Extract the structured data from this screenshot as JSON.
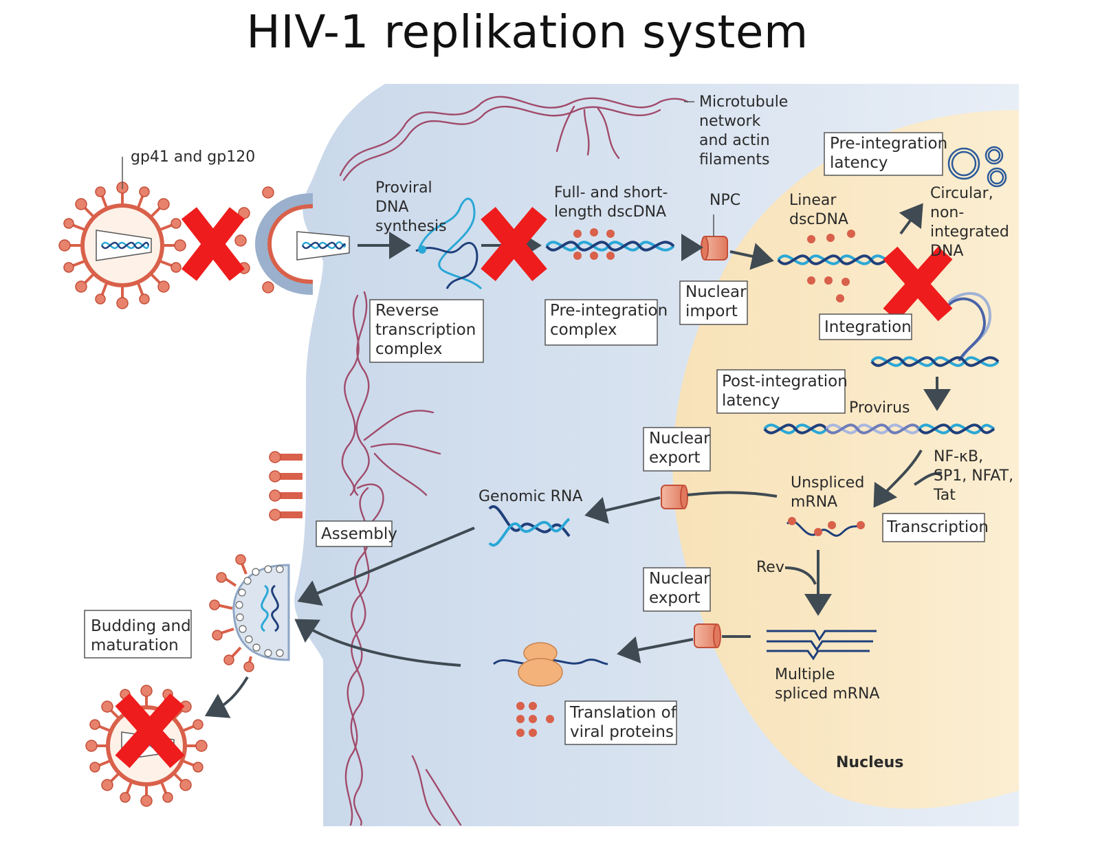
{
  "title": "HIV-1 replikation system",
  "labels": {
    "gp": "gp41 and gp120",
    "proviral": [
      "Proviral",
      "DNA",
      "synthesis"
    ],
    "fullshort": [
      "Full- and short-",
      "length dscDNA"
    ],
    "microtubule": [
      "Microtubule",
      "network",
      "and actin",
      "filaments"
    ],
    "npc": "NPC",
    "linear": [
      "Linear",
      "dscDNA"
    ],
    "circular": [
      "Circular,",
      "non-",
      "integrated",
      "DNA"
    ],
    "provirus": "Provirus",
    "factors": [
      "NF-κB,",
      "SP1, NFAT,",
      "Tat"
    ],
    "unspliced": [
      "Unspliced",
      "mRNA"
    ],
    "rev": "Rev",
    "multiple": [
      "Multiple",
      "spliced mRNA"
    ],
    "genomic": "Genomic RNA",
    "nucleus": "Nucleus"
  },
  "boxes": {
    "rtc": [
      "Reverse",
      "transcription",
      "complex"
    ],
    "pic": [
      "Pre-integration",
      "complex"
    ],
    "import": [
      "Nuclear",
      "import"
    ],
    "preint": [
      "Pre-integration",
      "latency"
    ],
    "integration": "Integration",
    "postint": [
      "Post-integration",
      "latency"
    ],
    "export1": [
      "Nuclear",
      "export"
    ],
    "export2": [
      "Nuclear",
      "export"
    ],
    "transcription": "Transcription",
    "assembly": "Assembly",
    "budding": [
      "Budding and",
      "maturation"
    ],
    "translation": [
      "Translation of",
      "viral proteins"
    ]
  },
  "colors": {
    "cytoplasm": "#dde6f0",
    "nucleus": "#f8e6bf",
    "filament": "#a04a6a",
    "virus": "#d9604a",
    "dna_dark": "#1f3f7a",
    "dna_light": "#2aa7d6",
    "cross": "#ee1c1c",
    "arrow": "#3f4a52"
  }
}
